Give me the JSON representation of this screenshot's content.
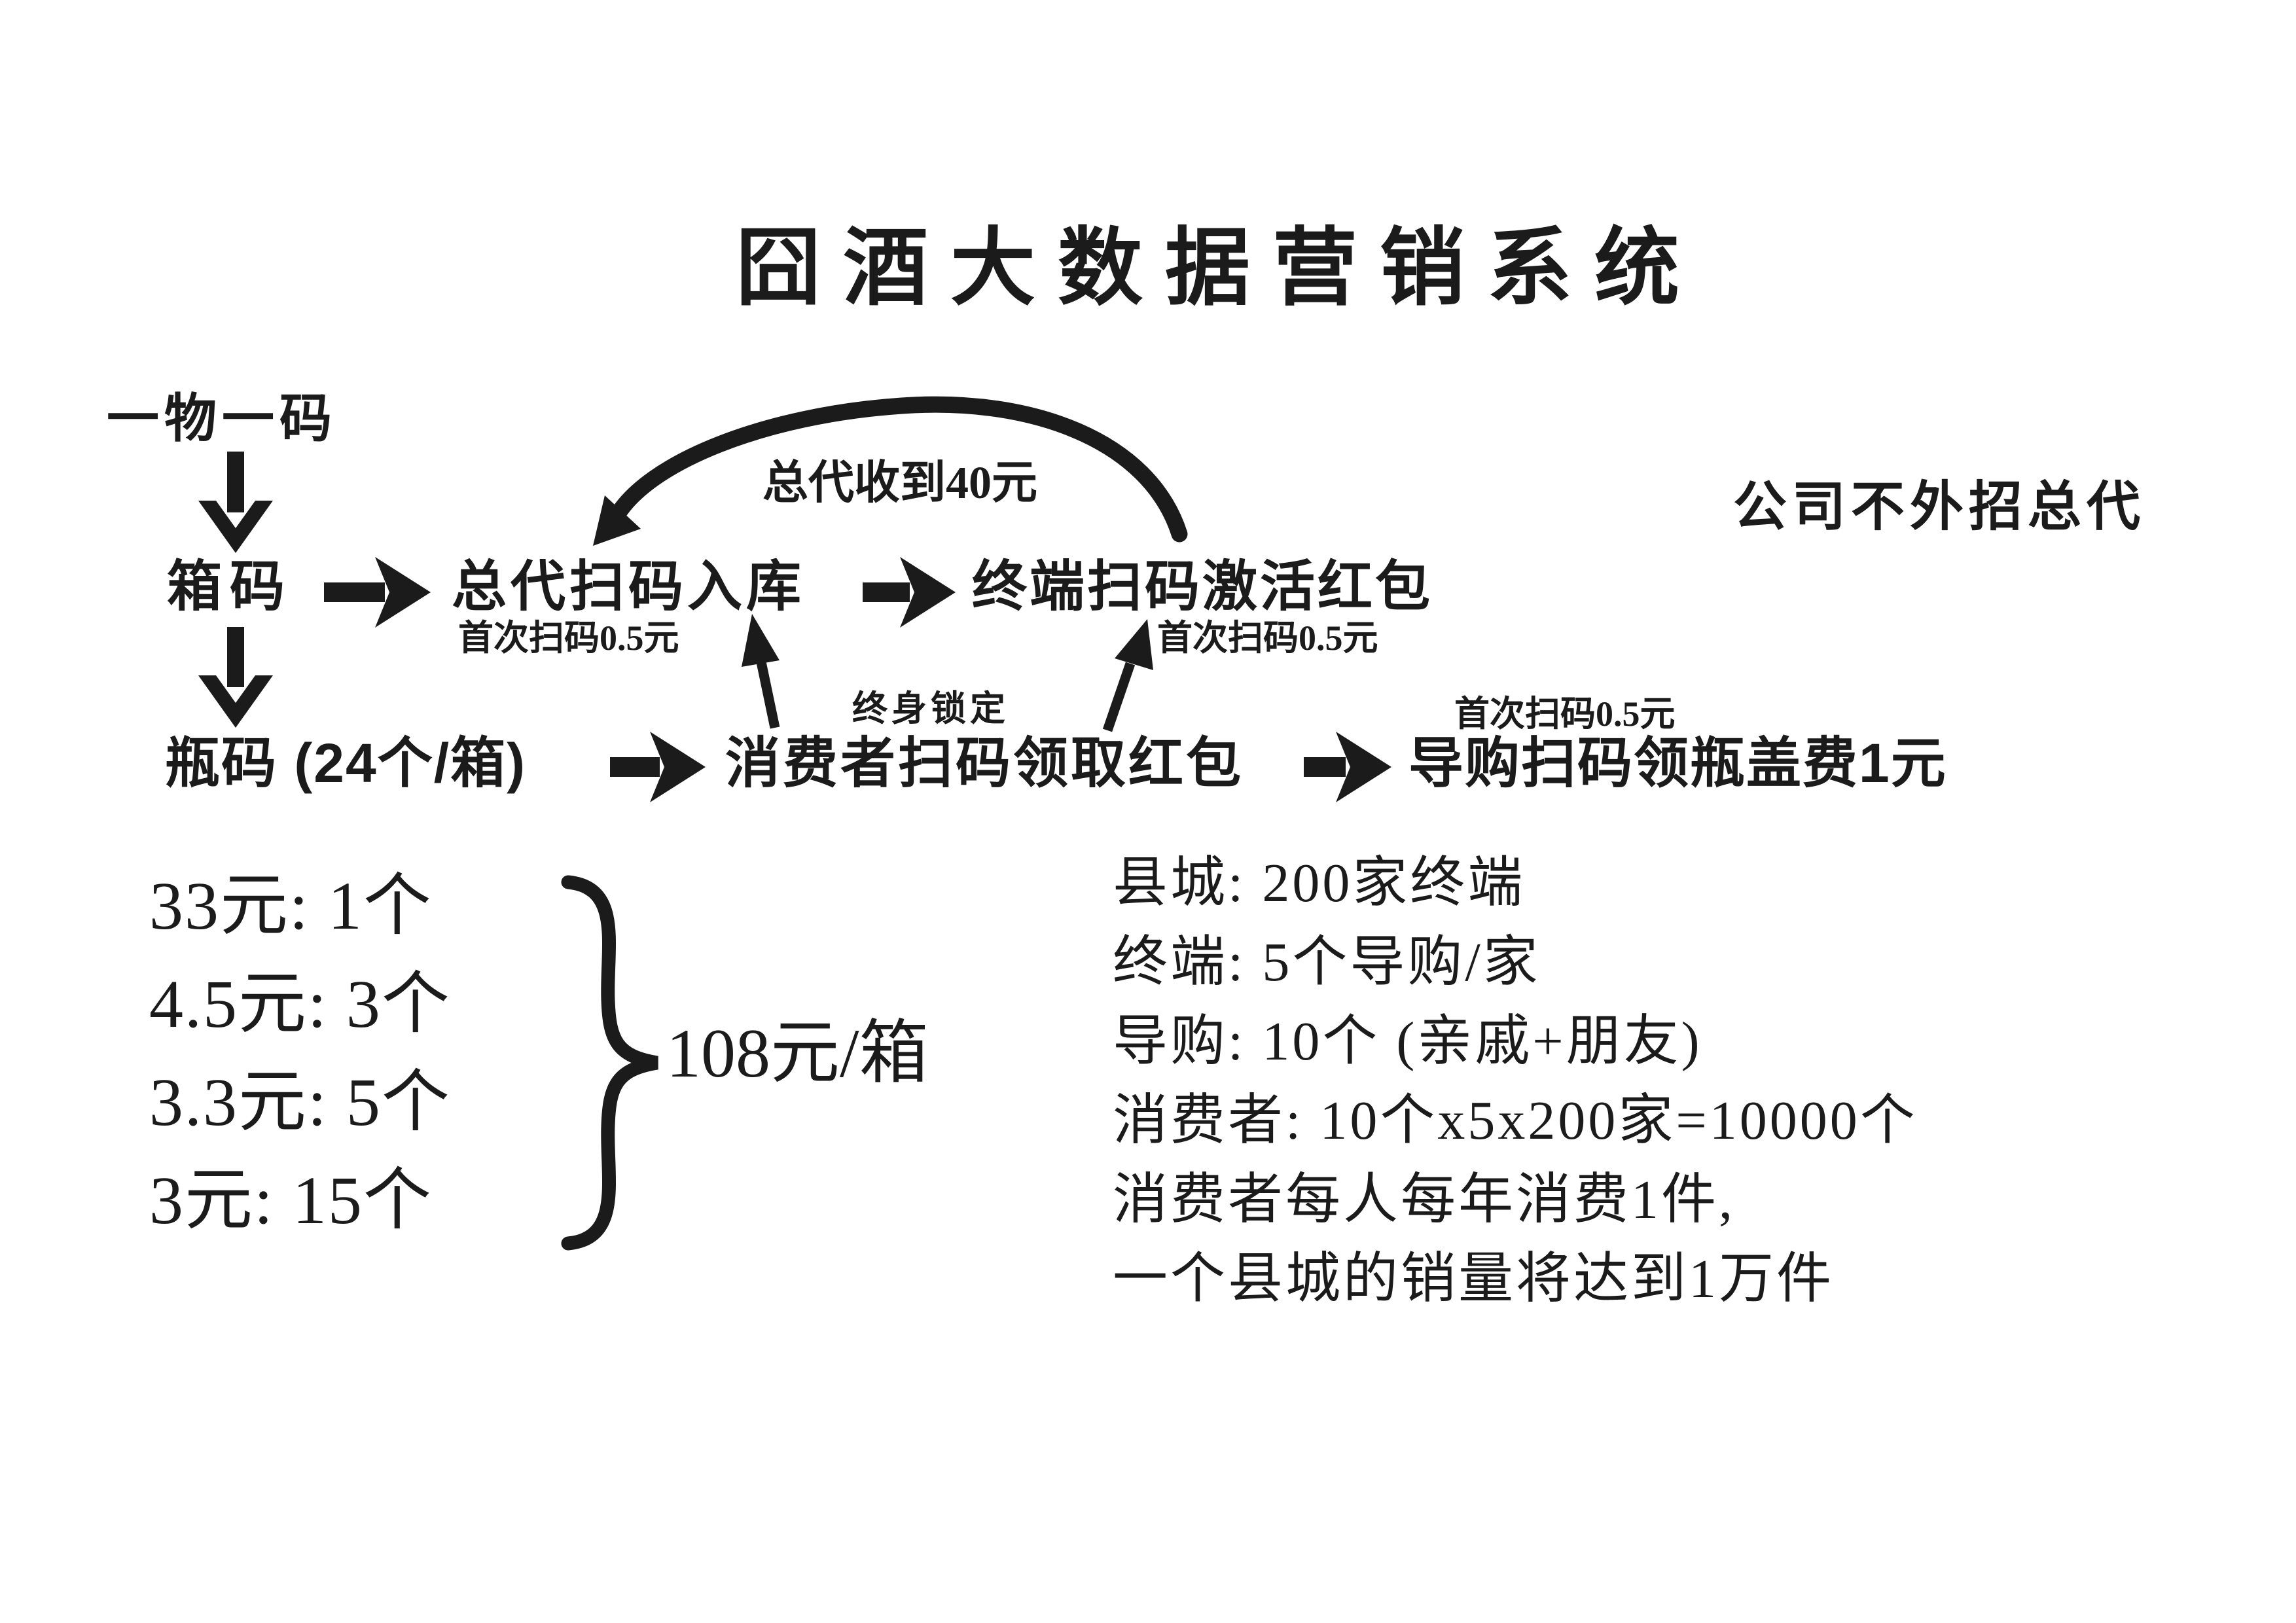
{
  "page": {
    "title": "囧酒大数据营销系统",
    "top_right_note": "公司不外招总代",
    "ink_color": "#1b1b1b",
    "background_color": "#ffffff"
  },
  "flow": {
    "source_label": "一物一码",
    "box_code": "箱码",
    "bottle_code": "瓶码 (24个/箱)",
    "agent_node": "总代扫码入库",
    "terminal_node": "终端扫码激活红包",
    "consumer_node": "消费者扫码领取红包",
    "guide_node": "导购扫码领瓶盖费1元",
    "agent_first_scan_label": "首次扫码0.5元",
    "terminal_first_scan_label": "首次扫码0.5元",
    "guide_first_scan_label": "首次扫码0.5元",
    "agent_reward_label": "总代收到40元",
    "lifetime_lock_label": "终身锁定"
  },
  "red_packets": {
    "items": [
      "33元: 1个",
      "4.5元: 3个",
      "3.3元: 5个",
      "3元: 15个"
    ],
    "total_per_case": "108元/箱"
  },
  "market_estimate": {
    "lines": [
      "县城: 200家终端",
      "终端: 5个导购/家",
      "导购: 10个 (亲戚+朋友)",
      "消费者: 10个x5x200家=10000个",
      "消费者每人每年消费1件,",
      "一个县城的销量将达到1万件"
    ]
  },
  "icons": {
    "arrow-down-icon": "↓",
    "arrow-right-icon": "→",
    "arrow-up-icon": "↑",
    "loop-arrow-icon": "↶",
    "brace-icon": "}"
  }
}
